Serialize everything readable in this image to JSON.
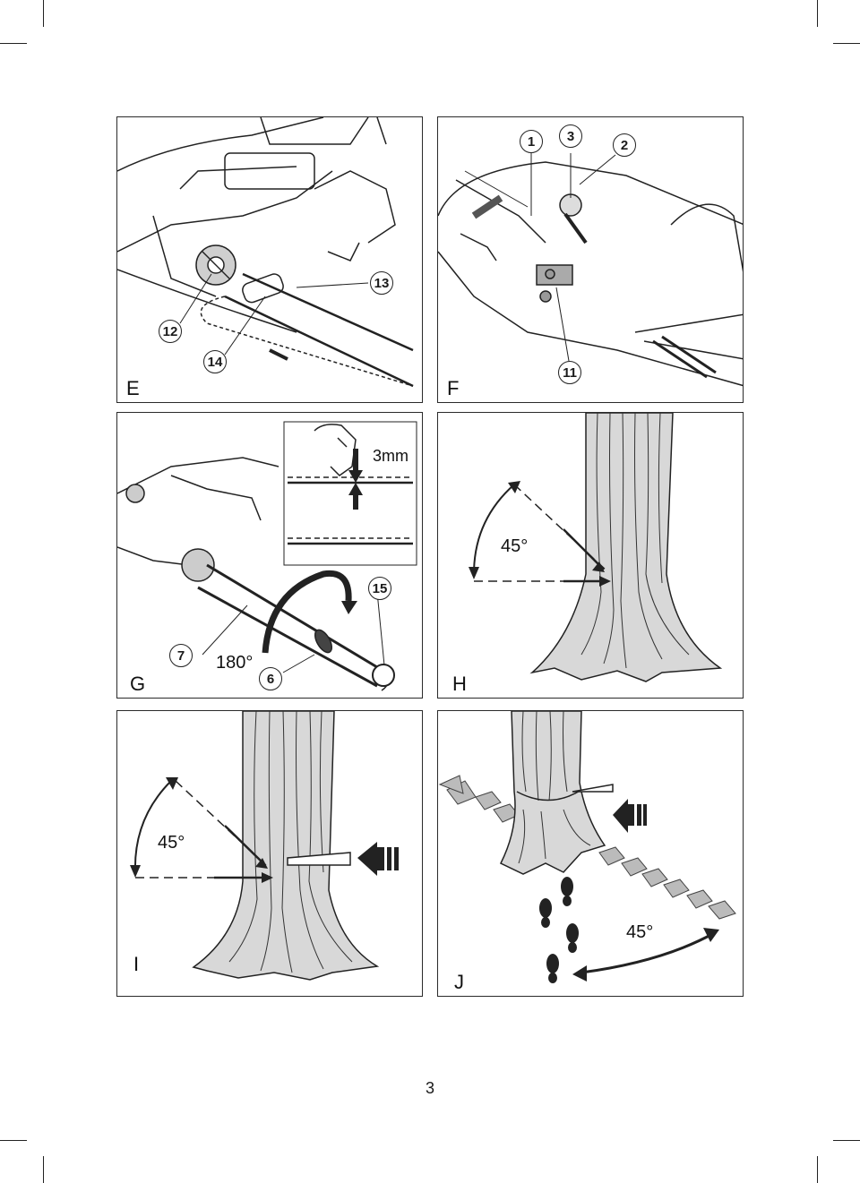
{
  "panels": {
    "E": {
      "letter": "E",
      "callouts": [
        "12",
        "13",
        "14"
      ]
    },
    "F": {
      "letter": "F",
      "callouts": [
        "1",
        "3",
        "2",
        "11"
      ]
    },
    "G": {
      "letter": "G",
      "callouts": [
        "15",
        "7",
        "6"
      ],
      "angle": "180°",
      "gap": "3mm"
    },
    "H": {
      "letter": "H",
      "angle": "45°"
    },
    "I": {
      "letter": "I",
      "angle": "45°"
    },
    "J": {
      "letter": "J",
      "angle": "45°"
    }
  },
  "page_number": "3"
}
